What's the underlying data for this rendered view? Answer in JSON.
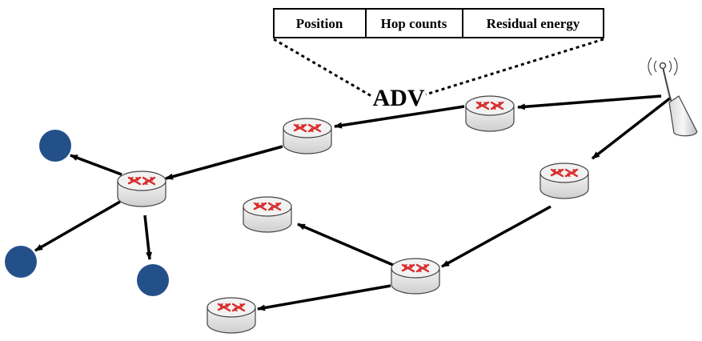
{
  "packet": {
    "fields": [
      {
        "id": "position",
        "label": "Position"
      },
      {
        "id": "hop-counts",
        "label": "Hop counts"
      },
      {
        "id": "residual-energy",
        "label": "Residual energy"
      }
    ],
    "message_label": "ADV"
  },
  "colors": {
    "link": "#000000",
    "router_body": "#e6e6e6",
    "router_arrow": "#d92b2b",
    "sensor_node": "#24508a"
  },
  "icons": {
    "base_station": "antenna-tower-icon",
    "router": "router-icon",
    "sensor": "sensor-node-icon"
  }
}
